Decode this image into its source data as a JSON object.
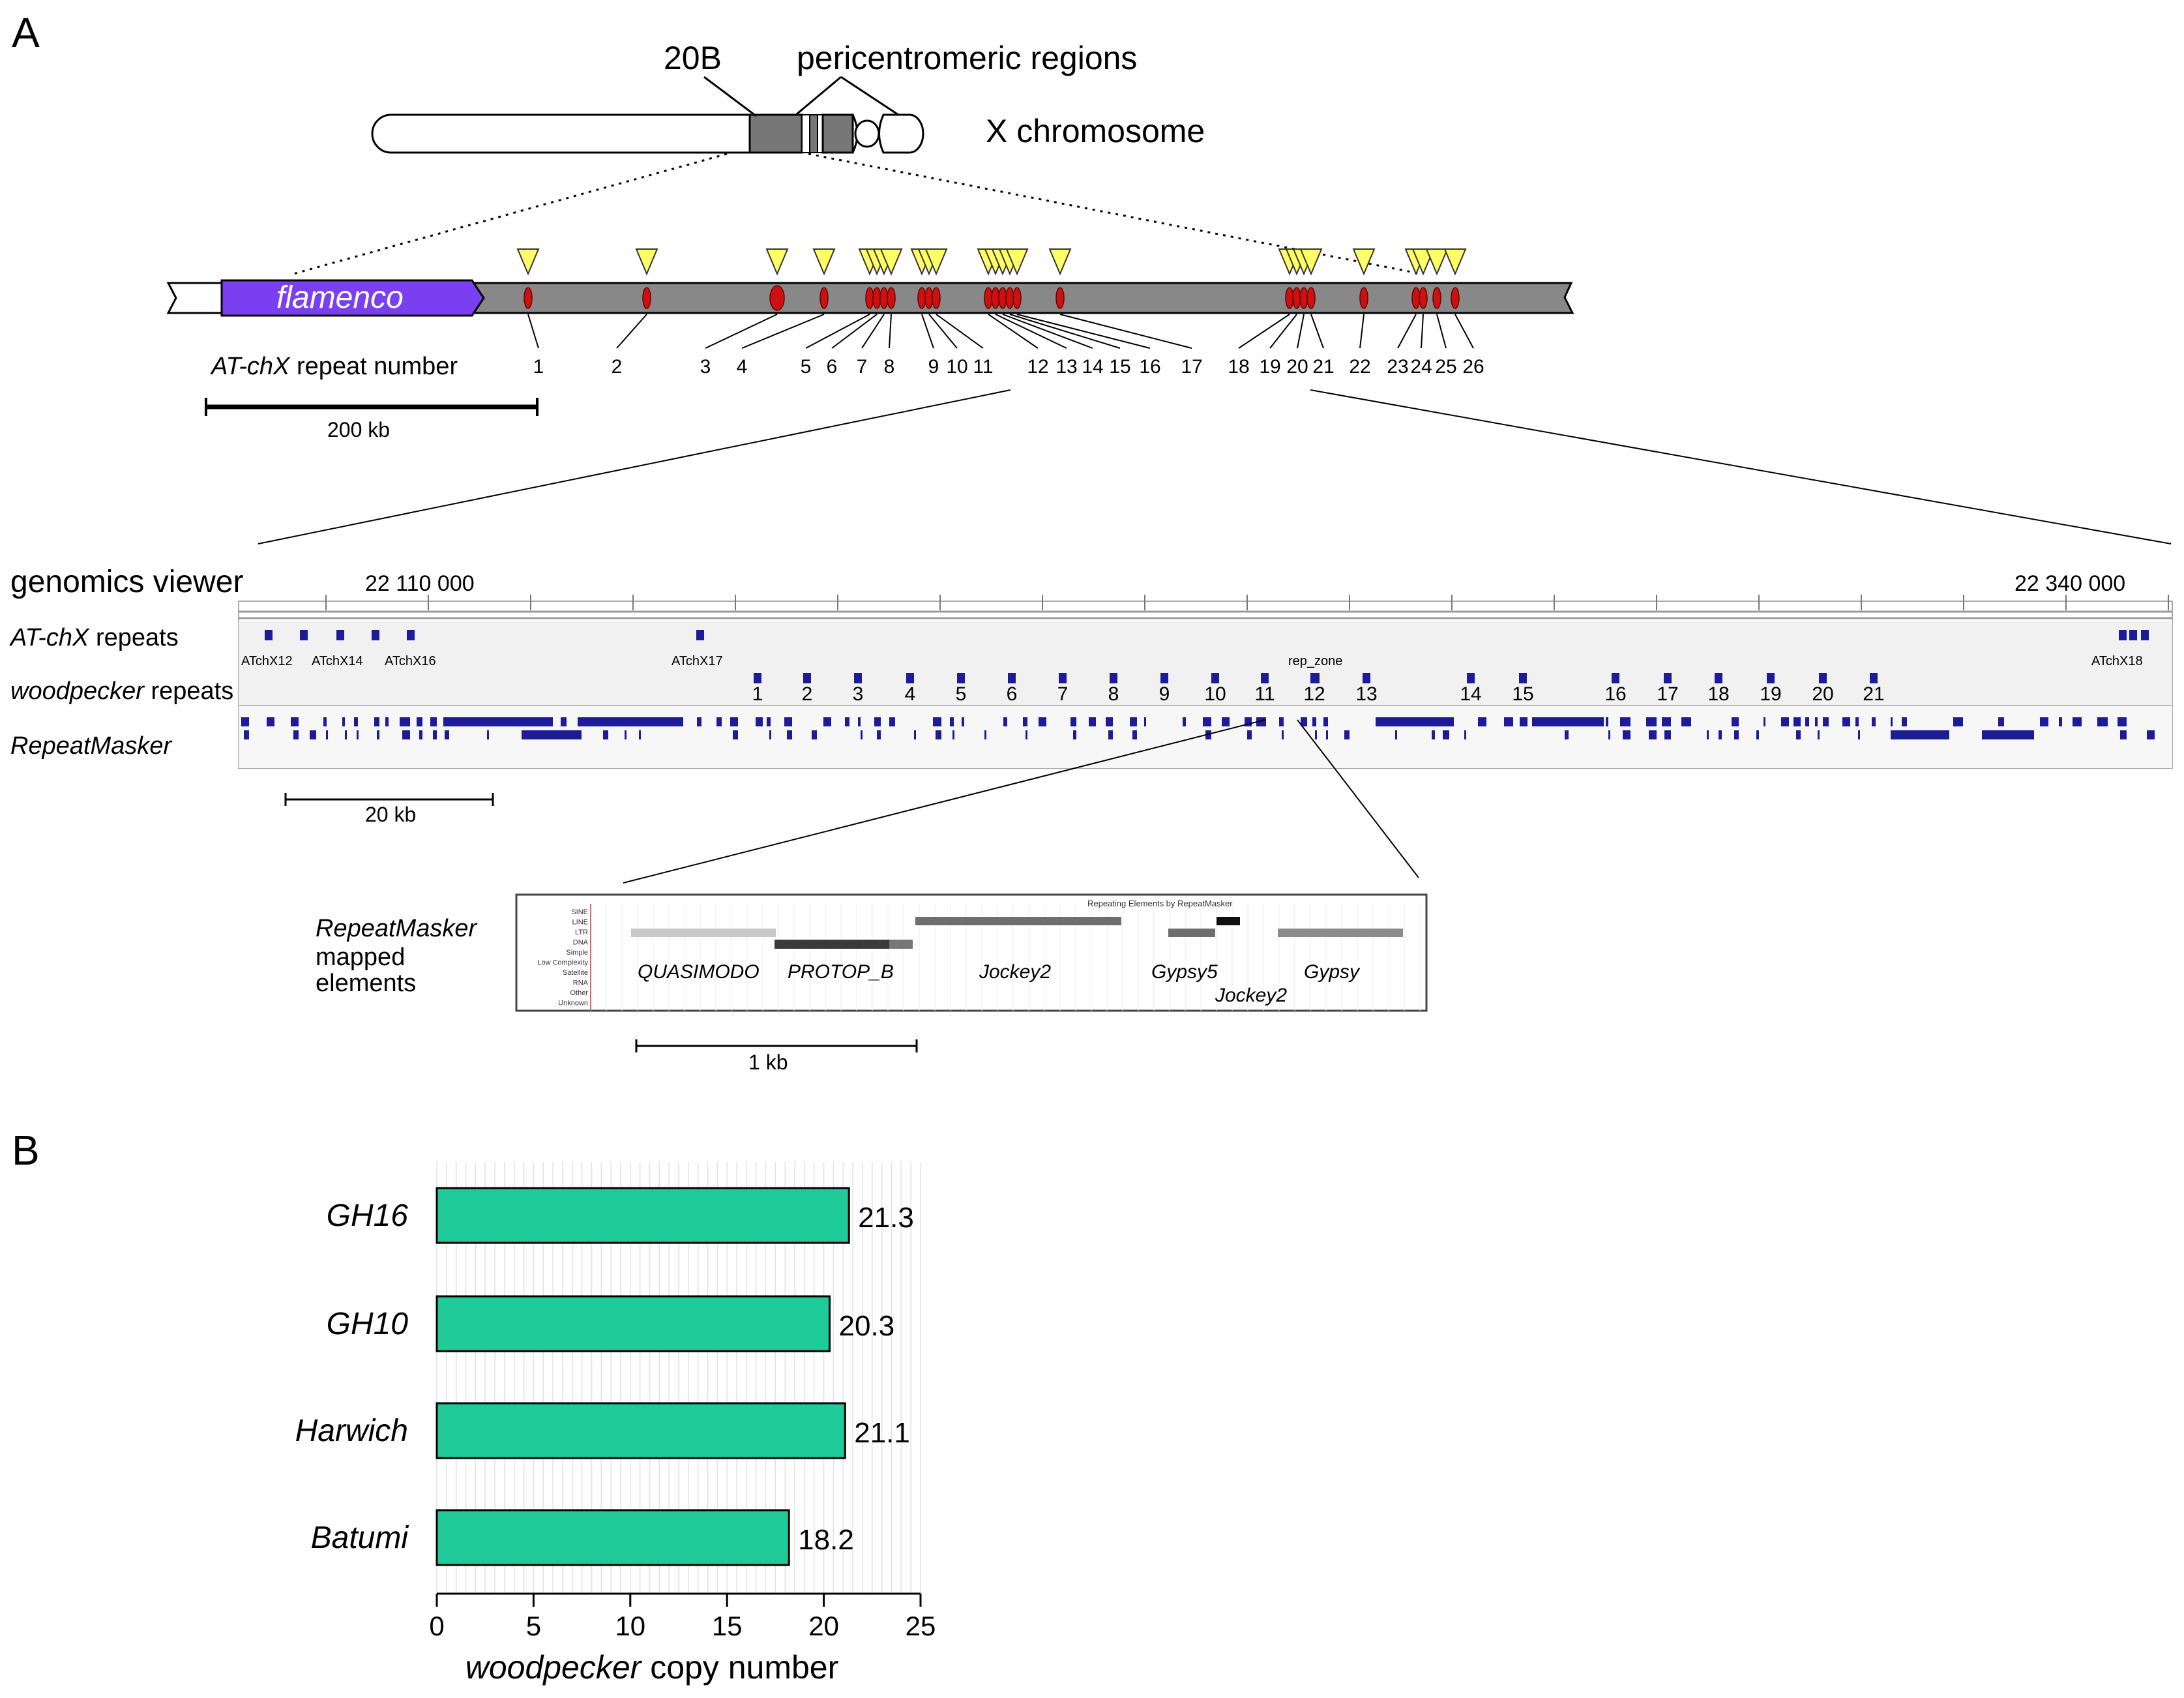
{
  "panel_a": {
    "label": "A",
    "band_label": "20B",
    "pericentromeric_label": "pericentromeric  regions",
    "chromosome_label": "X chromosome",
    "flamenco_label": "flamenco",
    "repeat_number_italic": "AT-chX",
    "repeat_number_rest": " repeat number",
    "scale_200kb": "200 kb",
    "repeat_numbers": [
      "1",
      "2",
      "3",
      "4",
      "5",
      "6",
      "7",
      "8",
      "9",
      "10",
      "11",
      "12",
      "13",
      "14",
      "15",
      "16",
      "17",
      "18",
      "19",
      "20",
      "21",
      "22",
      "23",
      "24",
      "25",
      "26"
    ]
  },
  "viewer": {
    "title": "genomics viewer",
    "coord_left": "22 110 000",
    "coord_right": "22 340 000",
    "track_atchx_italic": "AT-chX",
    "track_atchx_rest": " repeats",
    "track_woodpecker_italic": "woodpecker",
    "track_woodpecker_rest": " repeats",
    "track_repeatmasker": "RepeatMasker",
    "atchx_labels": [
      "ATchX12",
      "ATchX14",
      "ATchX16",
      "ATchX17",
      "ATchX18"
    ],
    "rep_zone": "rep_zone",
    "woodpecker_numbers": [
      "1",
      "2",
      "3",
      "4",
      "5",
      "6",
      "7",
      "8",
      "9",
      "10",
      "11",
      "12",
      "13",
      "14",
      "15",
      "16",
      "17",
      "18",
      "19",
      "20",
      "21"
    ],
    "scale_20kb": "20 kb"
  },
  "detail": {
    "label_italic": "RepeatMasker",
    "label_line2": "mapped",
    "label_line3": "elements",
    "header": "Repeating Elements by RepeatMasker",
    "classes": [
      "SINE",
      "LINE",
      "LTR",
      "DNA",
      "Simple",
      "Low Complexity",
      "Satellite",
      "RNA",
      "Other",
      "Unknown"
    ],
    "elements": [
      "QUASIMODO",
      "PROTOP_B",
      "Jockey2",
      "Gypsy5",
      "Jockey2",
      "Gypsy"
    ],
    "scale_1kb": "1 kb"
  },
  "panel_b": {
    "label": "B",
    "xlabel_italic": "woodpecker",
    "xlabel_rest": " copy number"
  },
  "chart_data": {
    "type": "bar",
    "orientation": "horizontal",
    "categories": [
      "GH16",
      "GH10",
      "Harwich",
      "Batumi"
    ],
    "values": [
      21.3,
      20.3,
      21.1,
      18.2
    ],
    "xlabel": "woodpecker copy number",
    "xlim": [
      0,
      25
    ],
    "xticks": [
      0,
      5,
      10,
      15,
      20,
      25
    ],
    "grid": true,
    "bar_color": "#1ecb99"
  },
  "colors": {
    "flamenco": "#7b3ff2",
    "triangle": "#ffff66",
    "repeat_mark": "#cc1111",
    "scaffold": "#888888",
    "feature_blue": "#1c1c99"
  }
}
